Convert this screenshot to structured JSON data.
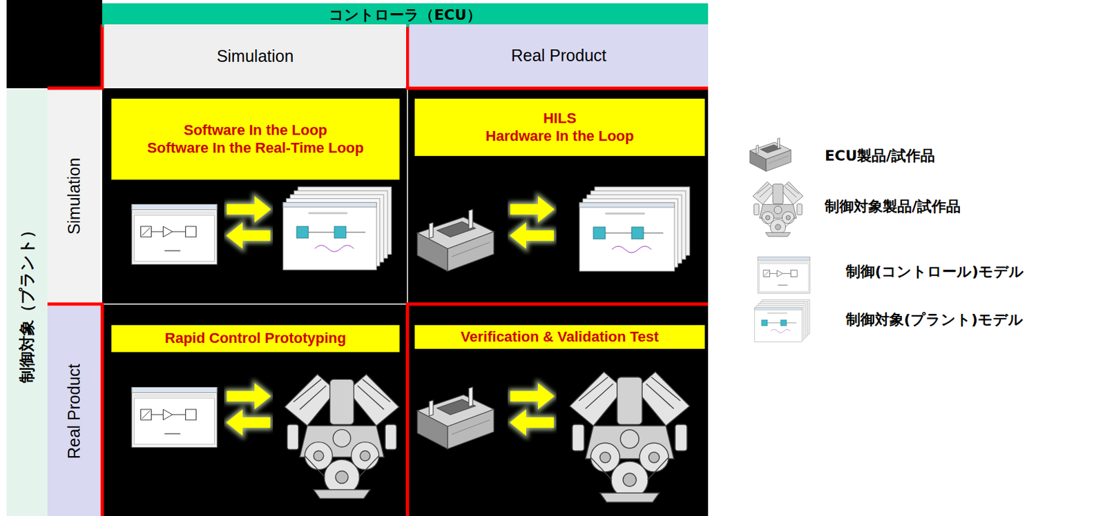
{
  "diagram": {
    "nodes": [
      {
        "text": [
          "コントローラ（ECU）"
        ]
      },
      {
        "text": [
          "Simulation"
        ]
      },
      {
        "text": [
          "Real Product"
        ]
      },
      {
        "text": [
          "制御対象（プラント）"
        ]
      },
      {
        "text": [
          "Simulation"
        ]
      },
      {
        "text": [
          "Real Product"
        ]
      },
      {
        "text": [
          "Software In the Loop",
          "Software In the Real-Time Loop"
        ]
      },
      {
        "text": [
          "HILS",
          "Hardware In the Loop"
        ]
      },
      {
        "text": [
          "Rapid Control Prototyping"
        ]
      },
      {
        "text": [
          "Verification & Validation Test"
        ]
      }
    ],
    "legend": [
      {
        "text": "ECU製品/試作品"
      },
      {
        "text": "制御対象製品/試作品"
      },
      {
        "text": "制御(コントロール)モデル"
      },
      {
        "text": "制御対象(プラント)モデル"
      }
    ]
  }
}
